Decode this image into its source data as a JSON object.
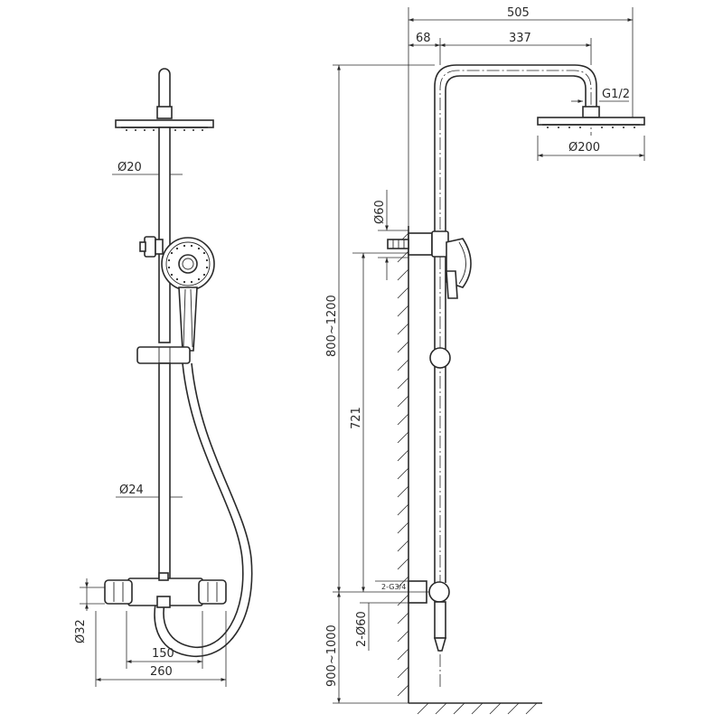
{
  "dimensions": {
    "overall_width": "505",
    "arm_offset": "68",
    "arm_length": "337",
    "head_thread": "G1/2",
    "head_diameter": "Ø200",
    "rail_diameter": "Ø20",
    "slider_diameter": "Ø60",
    "rail_height": "800~1200",
    "holder_height": "721",
    "lower_pipe_diameter": "Ø24",
    "inlet_thread": "2-G3/4",
    "escutcheon_diameter": "2-Ø60",
    "body_diameter": "Ø32",
    "inlet_spacing": "150",
    "mixer_width": "260",
    "install_height": "900~1000"
  }
}
